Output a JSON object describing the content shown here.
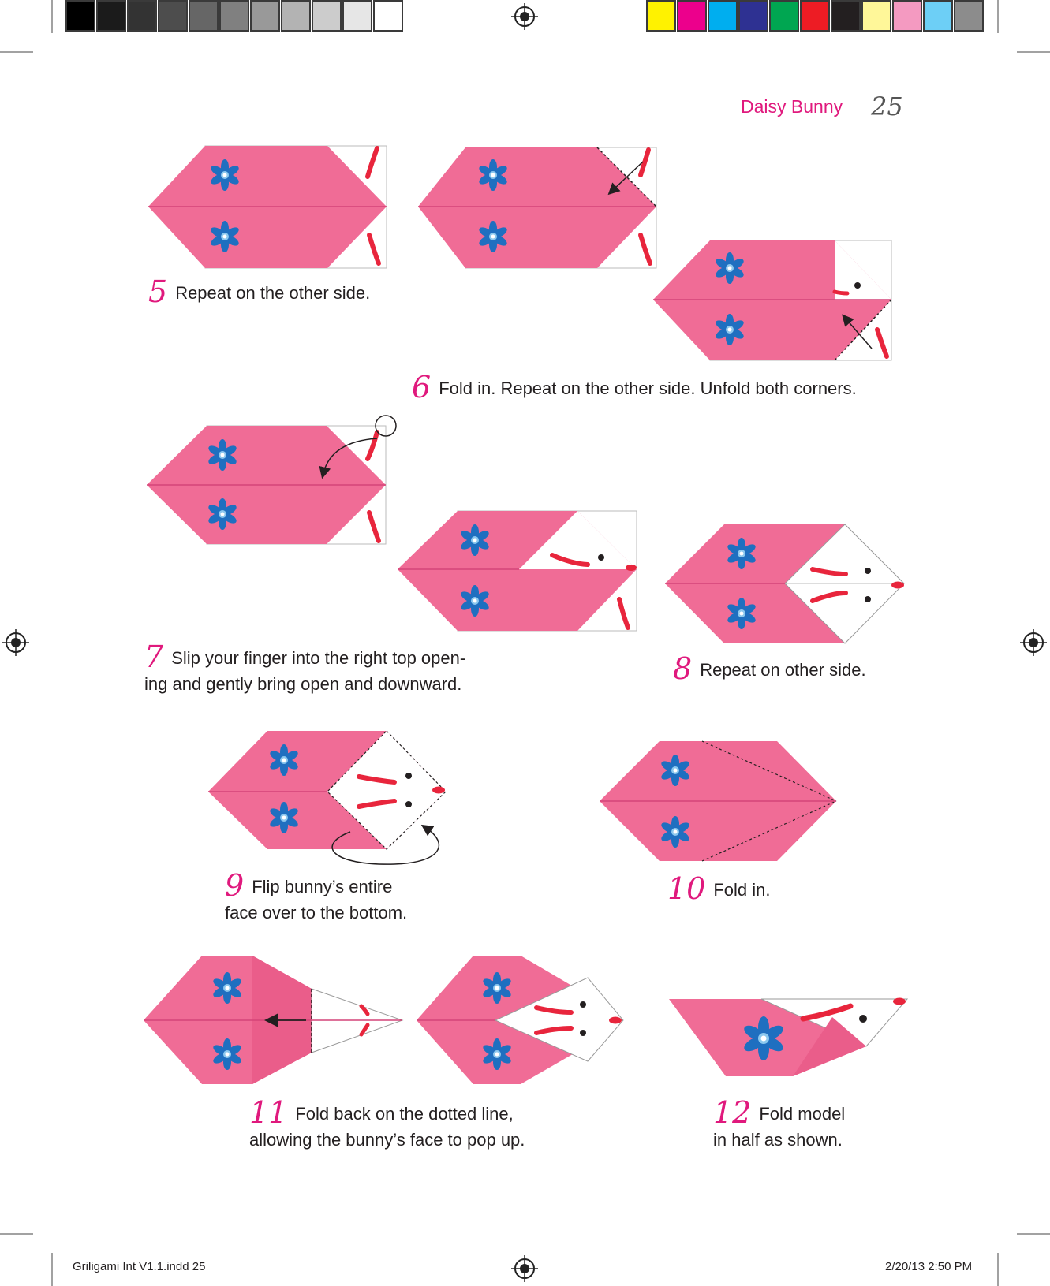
{
  "colors": {
    "paper_pink": "#f06c96",
    "fold_line": "#d44478",
    "flower_blue": "#1f6fc0",
    "flower_center": "#8cc8ee",
    "ear_red": "#e8253c",
    "accent_magenta": "#e0197d",
    "grayscale_bar": [
      "#000000",
      "#1b1b1b",
      "#333333",
      "#4d4d4d",
      "#666666",
      "#808080",
      "#999999",
      "#b3b3b3",
      "#cccccc",
      "#e6e6e6",
      "#ffffff"
    ],
    "color_bar": [
      "#fff200",
      "#ec008c",
      "#00aeef",
      "#2e3192",
      "#00a651",
      "#ed1c24",
      "#231f20",
      "#fff799",
      "#f49ac1",
      "#6dcff6",
      "#8c8c8c"
    ]
  },
  "header": {
    "title": "Daisy Bunny",
    "page_number": "25"
  },
  "steps": [
    {
      "number": "5",
      "line1": "Repeat on the other side.",
      "line2": ""
    },
    {
      "number": "6",
      "line1": "Fold in. Repeat on the other side. Unfold both corners.",
      "line2": ""
    },
    {
      "number": "7",
      "line1": "Slip your finger into the right top open-",
      "line2": "ing and gently bring open and downward."
    },
    {
      "number": "8",
      "line1": "Repeat on other side.",
      "line2": ""
    },
    {
      "number": "9",
      "line1": "Flip bunny’s entire",
      "line2": "face over to the bottom."
    },
    {
      "number": "10",
      "line1": "Fold in.",
      "line2": ""
    },
    {
      "number": "11",
      "line1": "Fold back on the dotted line,",
      "line2": "allowing the bunny’s face to pop up."
    },
    {
      "number": "12",
      "line1": "Fold model",
      "line2": "in half as shown."
    }
  ],
  "footer": {
    "file": "Griligami Int V1.1.indd   25",
    "datetime": "2/20/13   2:50 PM"
  },
  "icons": [
    "registration-mark-icon",
    "flower-icon",
    "fold-arrow-icon"
  ]
}
